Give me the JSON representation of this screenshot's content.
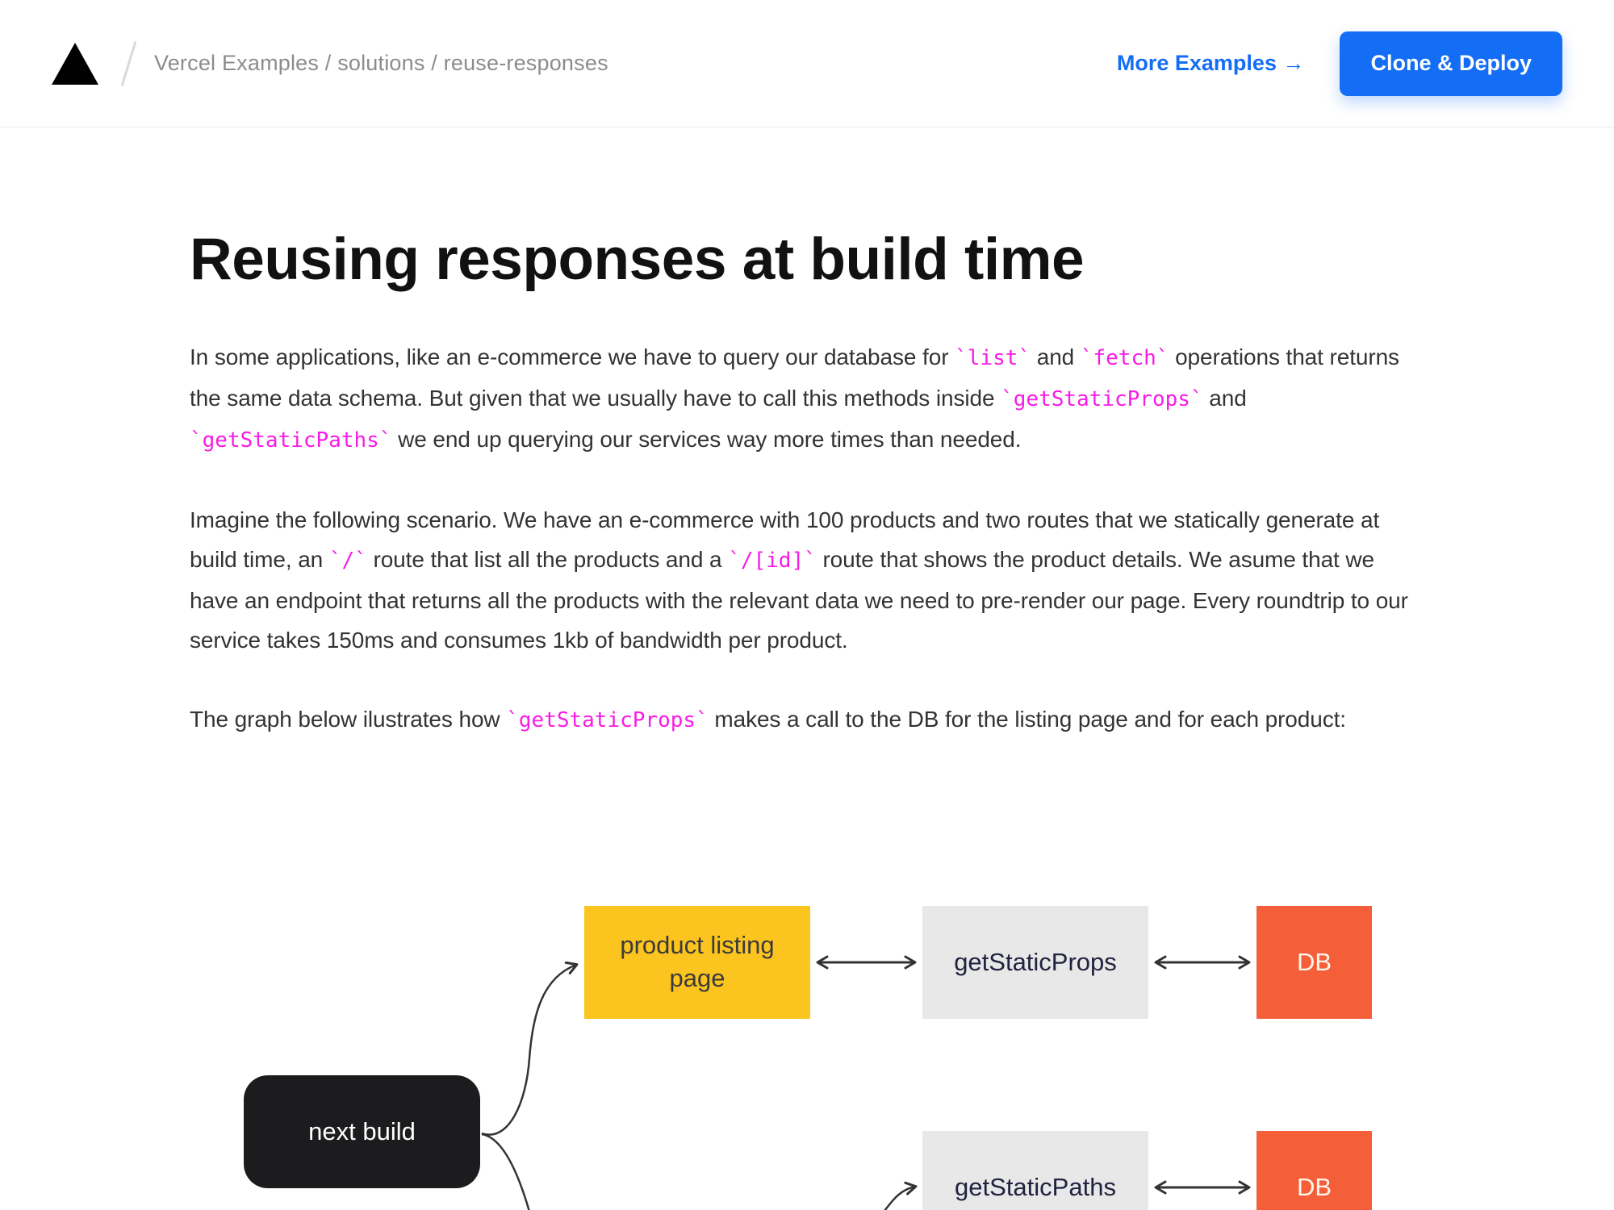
{
  "header": {
    "breadcrumb": "Vercel Examples / solutions / reuse-responses",
    "more_examples_label": "More Examples →",
    "clone_deploy_label": "Clone & Deploy"
  },
  "icons": {
    "logo": "vercel-triangle-icon"
  },
  "article": {
    "title": "Reusing responses at build time",
    "paragraphs": {
      "p1": {
        "segments": [
          {
            "text": "In some applications, like an e-commerce we have to query our database for "
          },
          {
            "code": "`list`"
          },
          {
            "text": " and "
          },
          {
            "code": "`fetch`"
          },
          {
            "text": " operations that returns the same data schema. But given that we usually have to call this methods inside "
          },
          {
            "code": "`getStaticProps`"
          },
          {
            "text": " and "
          },
          {
            "code": "`getStaticPaths`"
          },
          {
            "text": " we end up querying our services way more times than needed."
          }
        ]
      },
      "p2": {
        "segments": [
          {
            "text": "Imagine the following scenario. We have an e-commerce with 100 products and two routes that we statically generate at build time, an "
          },
          {
            "code": "`/`"
          },
          {
            "text": " route that list all the products and a "
          },
          {
            "code": "`/[id]`"
          },
          {
            "text": " route that shows the product details. We asume that we have an endpoint that returns all the products with the relevant data we need to pre-render our page. Every roundtrip to our service takes 150ms and consumes 1kb of bandwidth per product."
          }
        ]
      },
      "p3": {
        "segments": [
          {
            "text": "The graph below ilustrates how "
          },
          {
            "code": "`getStaticProps`"
          },
          {
            "text": " makes a call to the DB for the listing page and for each product:"
          }
        ]
      }
    }
  },
  "diagram": {
    "nodes": [
      {
        "id": "next-build",
        "label": "next build"
      },
      {
        "id": "product-listing-page",
        "label": "product listing page"
      },
      {
        "id": "get-static-props",
        "label": "getStaticProps"
      },
      {
        "id": "db-top",
        "label": "DB"
      },
      {
        "id": "get-static-paths",
        "label": "getStaticPaths"
      },
      {
        "id": "db-bottom",
        "label": "DB"
      }
    ]
  },
  "colors": {
    "accent": "#146ef5",
    "code_pink": "#f81ce5",
    "node_yellow": "#fcc41e",
    "node_gray": "#e8e8e8",
    "node_orange": "#f45f3a",
    "node_black": "#1c1c1e",
    "arrow": "#333333"
  }
}
